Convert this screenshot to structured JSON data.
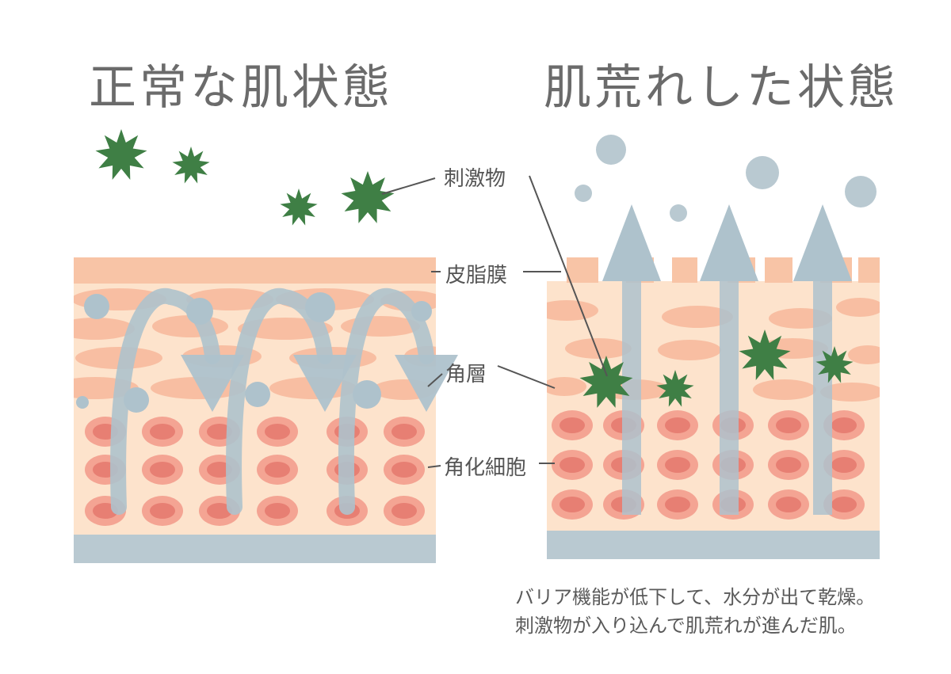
{
  "titles": {
    "normal": "正常な肌状態",
    "damaged": "肌荒れした状態"
  },
  "labels": {
    "irritant": "刺激物",
    "sebum_film": "皮脂膜",
    "stratum_corneum": "角層",
    "corneocyte": "角化細胞"
  },
  "caption": {
    "line1": "バリア機能が低下して、水分が出て乾燥。",
    "line2": "刺激物が入り込んで肌荒れが進んだ肌。"
  },
  "colors": {
    "title_text": "#6b6b6b",
    "label_text": "#555555",
    "sebum_film": "#f8c4a6",
    "skin_base": "#fde3cc",
    "horny_cell": "#f7b79a",
    "cell_outer": "#f4a493",
    "cell_nucleus": "#e77f73",
    "water_arrow": "#aec2cc",
    "bottom_band": "#b9c9d1",
    "irritant_star": "#3f7f45"
  },
  "icons": {
    "irritant": "irritant-star-icon",
    "moisture": "water-droplet-icon",
    "moisture_flow": "moisture-arrow-icon"
  }
}
